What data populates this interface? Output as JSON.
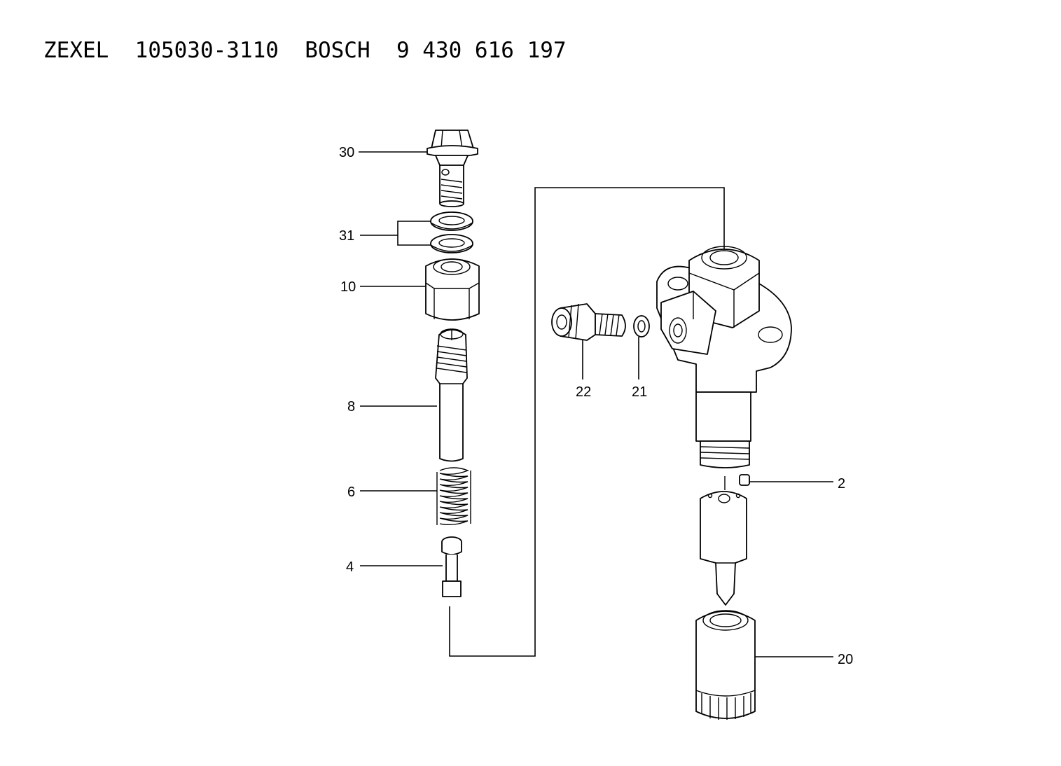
{
  "header": {
    "brand_zexel": "ZEXEL",
    "zexel_part_no": "105030-3110",
    "brand_bosch": "BOSCH",
    "bosch_part_no": "9 430 616 197"
  },
  "callouts": {
    "c30": "30",
    "c31": "31",
    "c10": "10",
    "c8": "8",
    "c6": "6",
    "c4": "4",
    "c22": "22",
    "c21": "21",
    "c2": "2",
    "c20": "20"
  }
}
